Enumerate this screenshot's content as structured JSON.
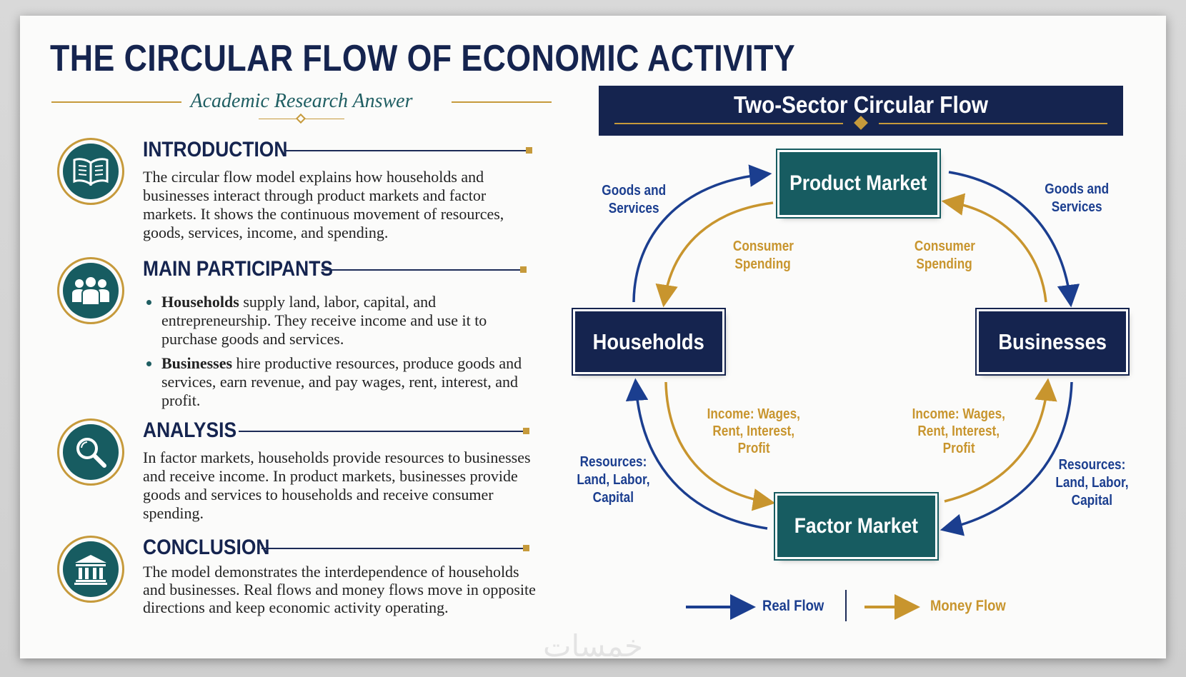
{
  "header": {
    "title": "THE CIRCULAR FLOW OF ECONOMIC ACTIVITY",
    "subtitle": "Academic Research Answer"
  },
  "sections": {
    "introduction": {
      "heading": "INTRODUCTION",
      "icon": "open-book-icon",
      "text": "The circular flow model explains how households and businesses interact through product markets and factor markets. It shows the continuous movement of resources, goods, services, income, and spending."
    },
    "participants": {
      "heading": "MAIN PARTICIPANTS",
      "icon": "people-group-icon",
      "bullets": [
        {
          "term": "Households",
          "text": " supply land, labor, capital, and entrepreneurship. They receive income and use it to purchase goods and services."
        },
        {
          "term": "Businesses",
          "text": " hire productive resources, produce goods and services, earn revenue, and pay wages, rent, interest, and profit."
        }
      ]
    },
    "analysis": {
      "heading": "ANALYSIS",
      "icon": "magnifier-icon",
      "text": "In factor markets, households provide resources to businesses and receive income. In product markets, businesses provide goods and services to households and receive consumer spending."
    },
    "conclusion": {
      "heading": "CONCLUSION",
      "icon": "institution-building-icon",
      "text": "The model demonstrates the interdependence of households and businesses. Real flows and money flows move in opposite directions and keep economic activity operating."
    }
  },
  "diagram": {
    "banner": "Two-Sector Circular Flow",
    "nodes": {
      "product_market": "Product Market",
      "households": "Households",
      "businesses": "Businesses",
      "factor_market": "Factor Market"
    },
    "flows": {
      "goods_left": [
        "Goods and",
        "Services"
      ],
      "goods_right": [
        "Goods and",
        "Services"
      ],
      "spending_left": [
        "Consumer",
        "Spending"
      ],
      "spending_right": [
        "Consumer",
        "Spending"
      ],
      "income_left": [
        "Income: Wages,",
        "Rent, Interest,",
        "Profit"
      ],
      "income_right": [
        "Income: Wages,",
        "Rent, Interest,",
        "Profit"
      ],
      "resources_left": [
        "Resources:",
        "Land, Labor,",
        "Capital"
      ],
      "resources_right": [
        "Resources:",
        "Land, Labor,",
        "Capital"
      ]
    },
    "legend": {
      "real": "Real Flow",
      "money": "Money Flow"
    },
    "colors": {
      "real_flow": "#1b3e8f",
      "money_flow": "#c8952e",
      "navy": "#15244f",
      "teal": "#175c61",
      "gold": "#c69a3b"
    }
  },
  "watermark": "خمسات"
}
